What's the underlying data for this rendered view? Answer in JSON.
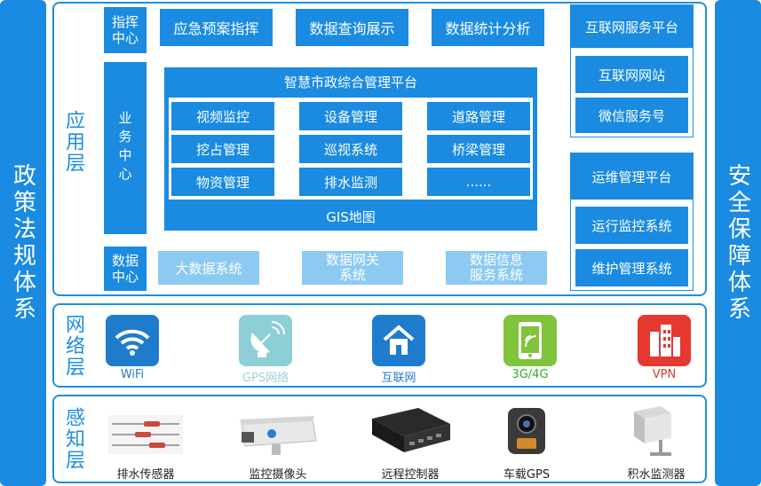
{
  "left_side": "政策法规体系",
  "right_side": "安全保障体系",
  "app_layer": {
    "label": "应用层",
    "command_center": "指挥\n中心",
    "command_items": [
      "应急预案指挥",
      "数据查询展示",
      "数据统计分析"
    ],
    "business_center": "业务中心",
    "platform_title": "智慧市政综合管理平台",
    "modules": [
      "视频监控",
      "设备管理",
      "道路管理",
      "挖占管理",
      "巡视系统",
      "桥梁管理",
      "物资管理",
      "排水监测",
      "......"
    ],
    "gis": "GIS地图",
    "data_center": "数据\n中心",
    "data_items": [
      "大数据系统",
      "数据网关\n系统",
      "数据信息\n服务系统"
    ],
    "internet_platform": {
      "title": "互联网服务平台",
      "items": [
        "互联网网站",
        "微信服务号"
      ]
    },
    "ops_platform": {
      "title": "运维管理平台",
      "items": [
        "运行监控系统",
        "维护管理系统"
      ]
    }
  },
  "network_layer": {
    "label": "网络层",
    "items": [
      {
        "name": "WiFi",
        "icon": "wifi-icon",
        "color": "#1f7ccc",
        "text_color": "#1f7ccc"
      },
      {
        "name": "GPS网络",
        "icon": "satellite-dish-icon",
        "color": "#8ccfd6",
        "text_color": "#9fcfd6"
      },
      {
        "name": "互联网",
        "icon": "home-icon",
        "color": "#1f7ccc",
        "text_color": "#1f7ccc"
      },
      {
        "name": "3G/4G",
        "icon": "smartphone-icon",
        "color": "#7fc43c",
        "text_color": "#2da82d"
      },
      {
        "name": "VPN",
        "icon": "building-icon",
        "color": "#e5382f",
        "text_color": "#d93a2e"
      }
    ]
  },
  "sensing_layer": {
    "label": "感知层",
    "items": [
      {
        "name": "排水传感器",
        "icon": "drainage-sensor-icon"
      },
      {
        "name": "监控摄像头",
        "icon": "surveillance-camera-icon"
      },
      {
        "name": "远程控制器",
        "icon": "remote-controller-icon"
      },
      {
        "name": "车载GPS",
        "icon": "vehicle-gps-icon"
      },
      {
        "name": "积水监测器",
        "icon": "water-monitor-icon"
      }
    ]
  }
}
